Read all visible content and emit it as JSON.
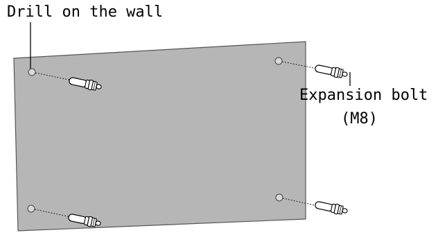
{
  "labels": {
    "drill": "Drill on the wall",
    "bolt": "Expansion bolt",
    "bolt_size": "(M8)"
  },
  "colors": {
    "wall": "#b6b6b6",
    "wall_edge": "#555555",
    "hole": "#d9d9d9",
    "bolt_body": "#ffffff",
    "line": "#000000"
  },
  "parts": {
    "holes": [
      "hole-top-left",
      "hole-top-right",
      "hole-bottom-left",
      "hole-bottom-right"
    ],
    "bolts": [
      "bolt-top-left",
      "bolt-top-right",
      "bolt-bottom-left",
      "bolt-bottom-right"
    ]
  }
}
